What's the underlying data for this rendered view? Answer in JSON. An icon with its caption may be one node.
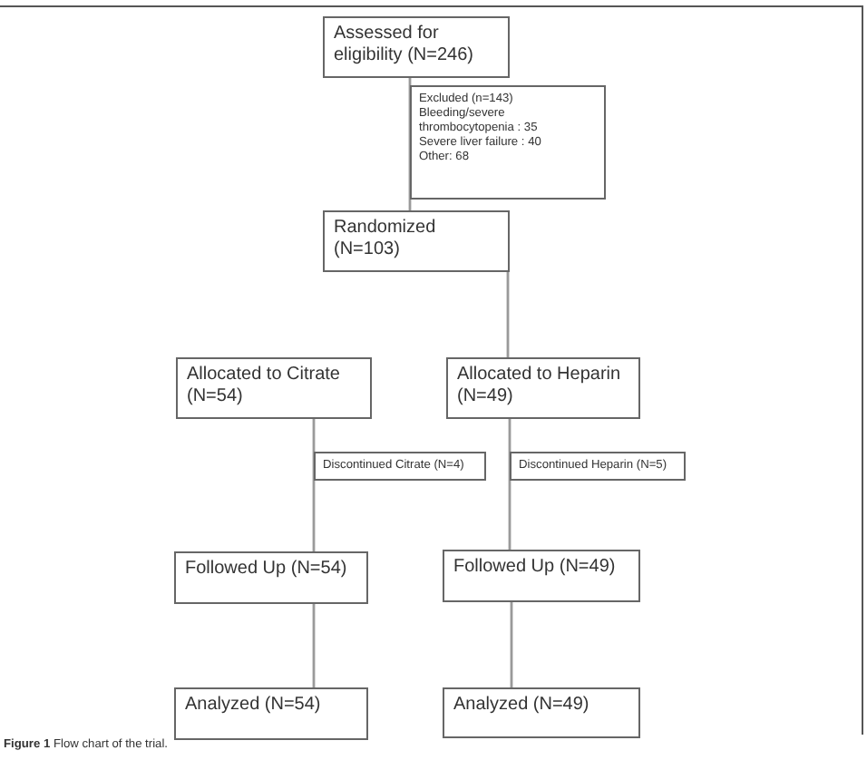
{
  "diagram": {
    "caption": "**Figure 1** Flow chart of the trial.",
    "nodes": [
      {
        "text": [
          "Assessed for eligibility (N=246)"
        ]
      },
      {
        "text": [
          "Excluded (n=143)",
          "Bleeding/severe thrombocytopenia : 35",
          "Severe liver failure : 40",
          "Other: 68"
        ]
      },
      {
        "text": [
          "Randomized (N=103)"
        ]
      },
      {
        "text": [
          "Allocated to Citrate (N=54)"
        ]
      },
      {
        "text": [
          "Allocated to Heparin (N=49)"
        ]
      },
      {
        "text": [
          "Discontinued Citrate (N=4)"
        ]
      },
      {
        "text": [
          "Discontinued Heparin (N=5)"
        ]
      },
      {
        "text": [
          "Followed Up (N=54)"
        ]
      },
      {
        "text": [
          "Followed Up (N=49)"
        ]
      },
      {
        "text": [
          "Analyzed (N=54)"
        ]
      },
      {
        "text": [
          "Analyzed (N=49)"
        ]
      }
    ],
    "edges": [
      {
        "from": 0,
        "to": 2,
        "arrow": "none"
      },
      {
        "from": 2,
        "to": 4,
        "arrow": "none"
      },
      {
        "from": 3,
        "to": 7,
        "arrow": "none"
      },
      {
        "from": 4,
        "to": 8,
        "arrow": "none"
      },
      {
        "from": 7,
        "to": 9,
        "arrow": "none"
      },
      {
        "from": 8,
        "to": 10,
        "arrow": "none"
      }
    ]
  }
}
